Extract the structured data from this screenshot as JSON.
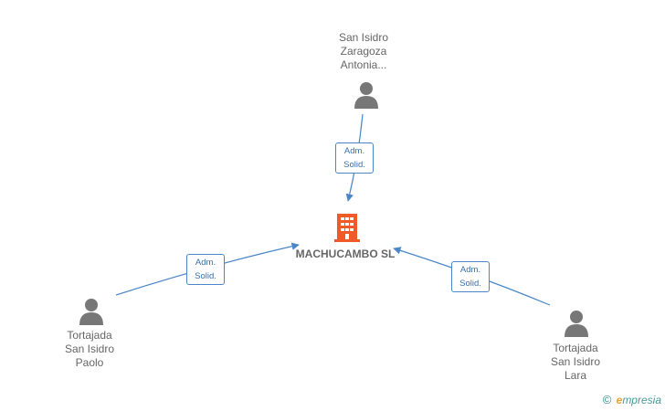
{
  "center": {
    "name": "MACHUCAMBO SL",
    "icon": "building-icon",
    "color": "#f05a28"
  },
  "persons": [
    {
      "lines": [
        "San Isidro",
        "Zaragoza",
        "Antonia..."
      ],
      "icon": "person-icon"
    },
    {
      "lines": [
        "Tortajada",
        "San Isidro",
        "Paolo"
      ],
      "icon": "person-icon"
    },
    {
      "lines": [
        "Tortajada",
        "San Isidro",
        "Lara"
      ],
      "icon": "person-icon"
    }
  ],
  "edges": [
    {
      "role": [
        "Adm.",
        "Solid."
      ]
    },
    {
      "role": [
        "Adm.",
        "Solid."
      ]
    },
    {
      "role": [
        "Adm.",
        "Solid."
      ]
    }
  ],
  "brand": {
    "copyright": "©",
    "first_letter": "e",
    "rest": "mpresia"
  },
  "colors": {
    "edge": "#4a86c8",
    "person": "#777777",
    "text": "#666666"
  }
}
